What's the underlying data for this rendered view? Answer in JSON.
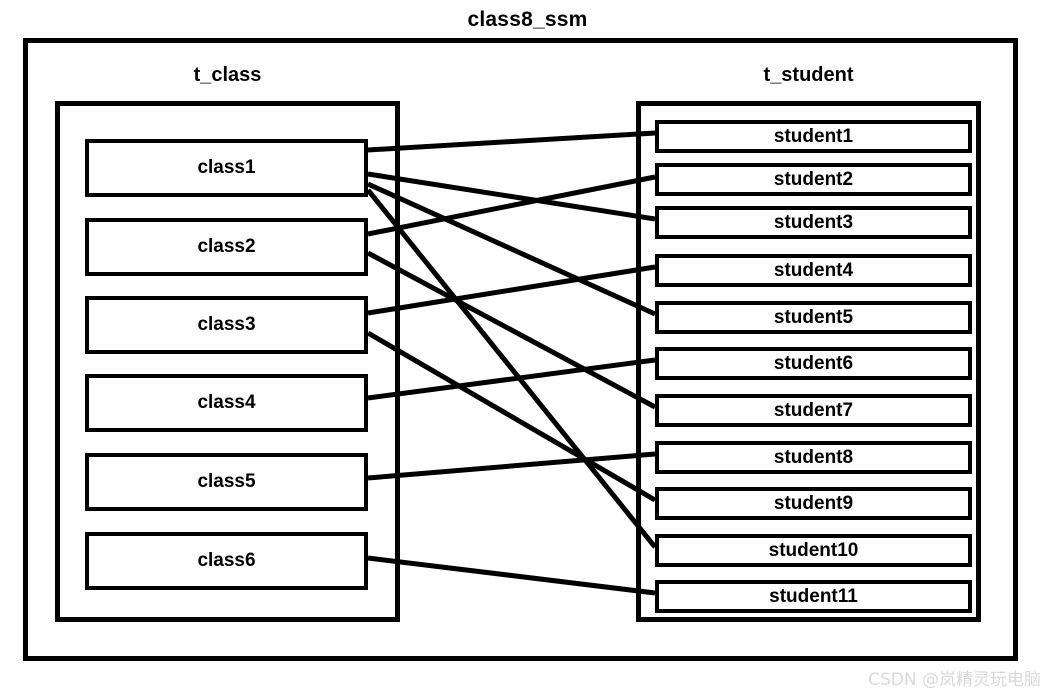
{
  "diagram": {
    "title": "class8_ssm",
    "type": "entity-relationship-mapping",
    "left_table": {
      "name": "t_class",
      "rows": [
        {
          "label": "class1"
        },
        {
          "label": "class2"
        },
        {
          "label": "class3"
        },
        {
          "label": "class4"
        },
        {
          "label": "class5"
        },
        {
          "label": "class6"
        }
      ]
    },
    "right_table": {
      "name": "t_student",
      "rows": [
        {
          "label": "student1"
        },
        {
          "label": "student2"
        },
        {
          "label": "student3"
        },
        {
          "label": "student4"
        },
        {
          "label": "student5"
        },
        {
          "label": "student6"
        },
        {
          "label": "student7"
        },
        {
          "label": "student8"
        },
        {
          "label": "student9"
        },
        {
          "label": "student10"
        },
        {
          "label": "student11"
        }
      ]
    },
    "relations": [
      {
        "from": "class1",
        "to": "student1"
      },
      {
        "from": "class1",
        "to": "student3"
      },
      {
        "from": "class1",
        "to": "student5"
      },
      {
        "from": "class1",
        "to": "student10"
      },
      {
        "from": "class2",
        "to": "student2"
      },
      {
        "from": "class2",
        "to": "student7"
      },
      {
        "from": "class3",
        "to": "student4"
      },
      {
        "from": "class3",
        "to": "student9"
      },
      {
        "from": "class4",
        "to": "student6"
      },
      {
        "from": "class5",
        "to": "student8"
      },
      {
        "from": "class6",
        "to": "student11"
      }
    ],
    "colors": {
      "stroke": "#000000",
      "background": "#ffffff",
      "watermark": "#d9d9d9"
    }
  },
  "watermark": {
    "text": "CSDN @岚精灵玩电脑"
  }
}
